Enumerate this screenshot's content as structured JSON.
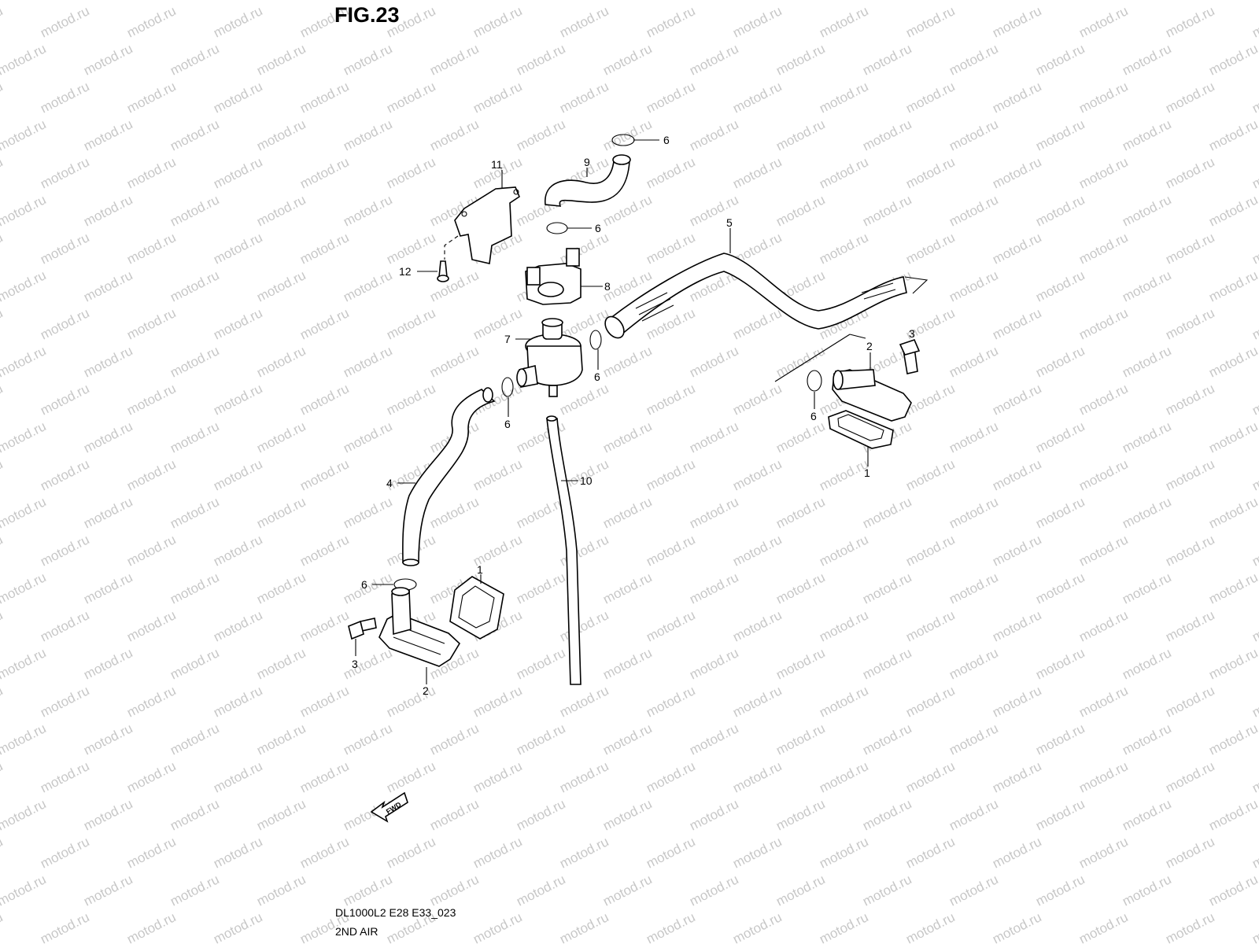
{
  "figure": {
    "title": "FIG.23",
    "code": "DL1000L2 E28 E33_023",
    "name": "2ND AIR"
  },
  "watermark": "motod.ru",
  "fwd_label": "FWD",
  "callouts": {
    "c1a": "1",
    "c1b": "1",
    "c2a": "2",
    "c2b": "2",
    "c3a": "3",
    "c3b": "3",
    "c4": "4",
    "c5": "5",
    "c6a": "6",
    "c6b": "6",
    "c6c": "6",
    "c6d": "6",
    "c6e": "6",
    "c6f": "6",
    "c7": "7",
    "c8": "8",
    "c9": "9",
    "c10": "10",
    "c11": "11",
    "c12": "12"
  }
}
